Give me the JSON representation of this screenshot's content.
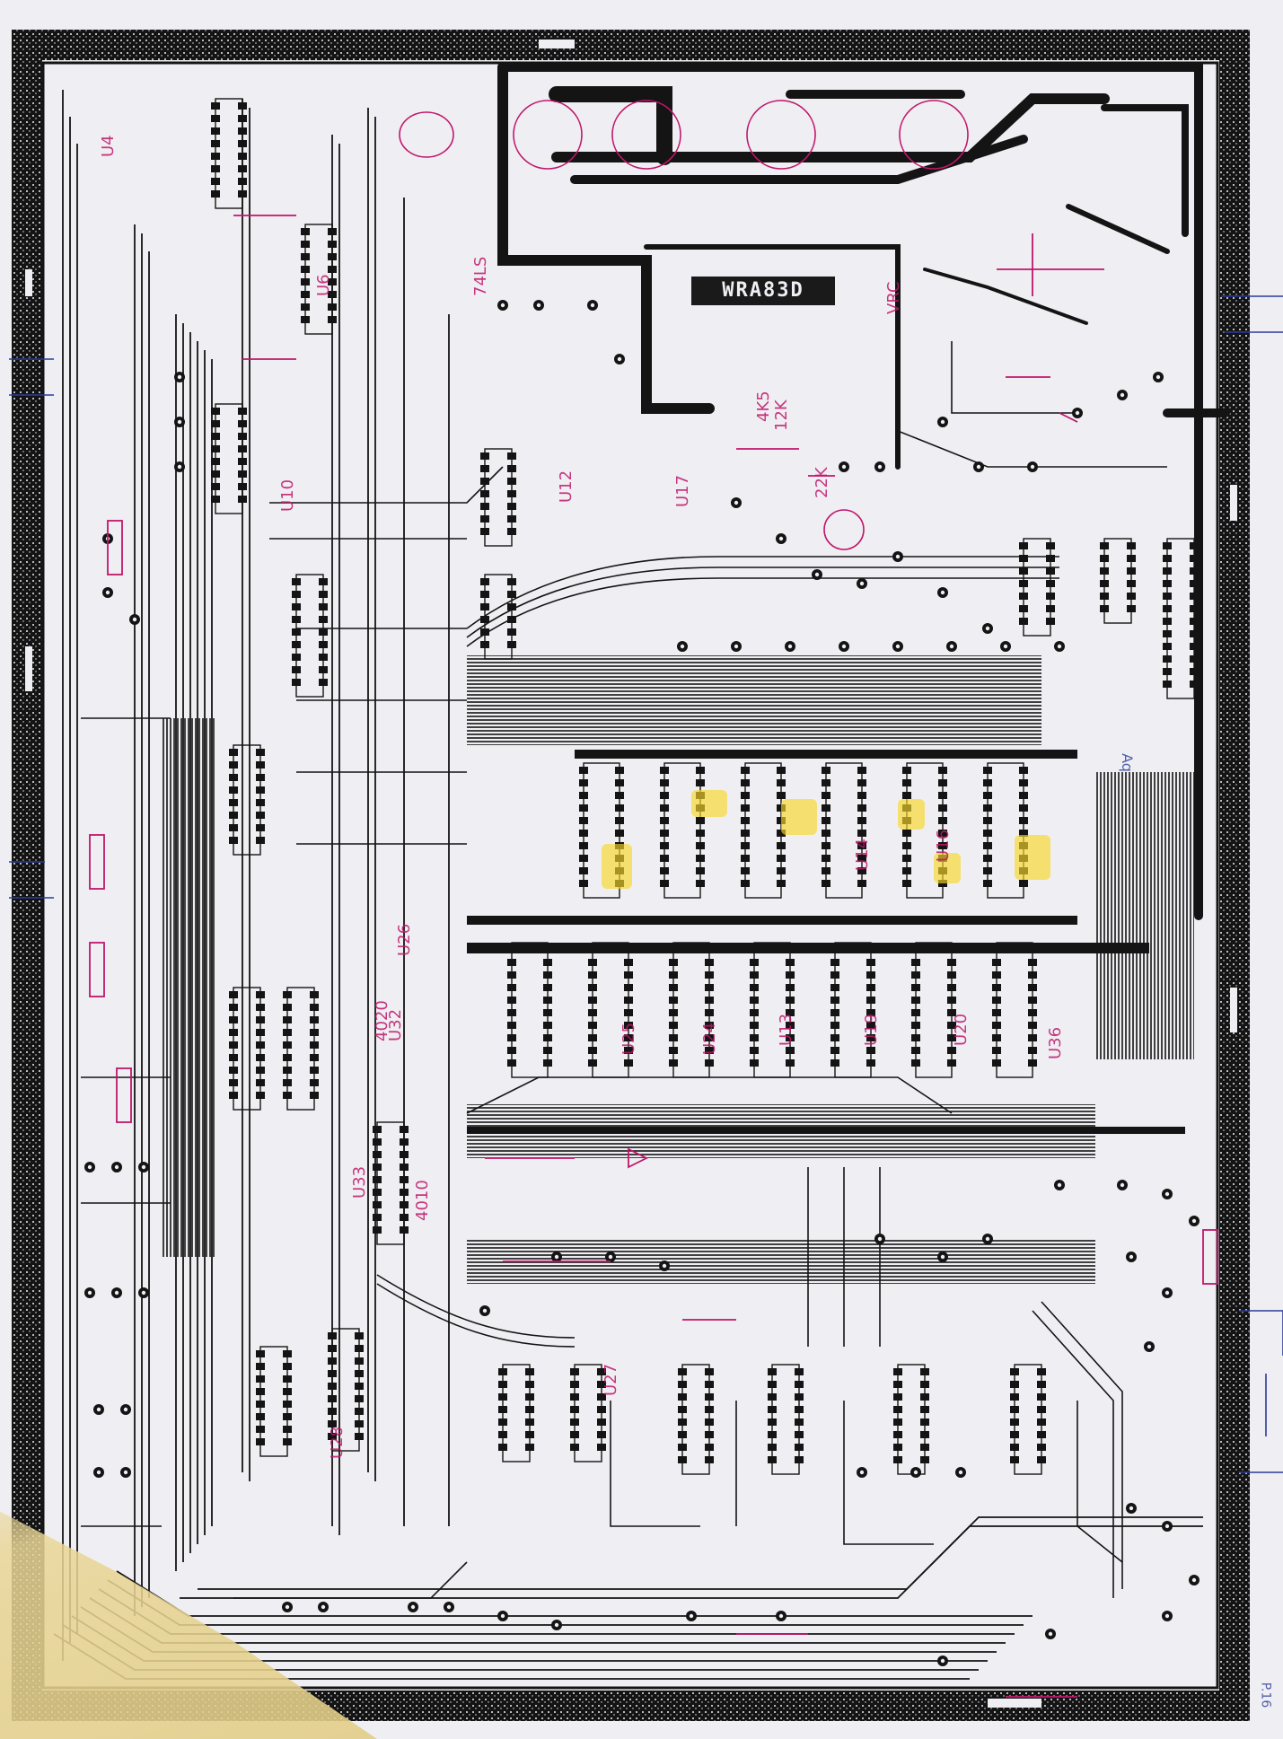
{
  "diagram": {
    "kind": "hand-annotated printed circuit board layout scan",
    "colors": {
      "trace": "#141414",
      "paper": "#efeff3",
      "red_ink": "#c0166b",
      "blue_ink": "#2a3b9a",
      "highlight": "#f7d628",
      "tape": "#e6d08a"
    }
  },
  "labels": {
    "plate_text": "WRA83D",
    "vrc": "VRC",
    "u4": "U4",
    "u24": "U24",
    "u25": "U25",
    "u13": "U13",
    "u12": "U12",
    "u17": "U17",
    "u26": "U26",
    "u28": "U28",
    "u33": "U33",
    "u32": "U32",
    "u6": "U6",
    "u10": "U10",
    "u27": "U27",
    "u14": "U14",
    "u16": "U16",
    "u19": "U19",
    "u20": "U20",
    "u36": "U36",
    "ic_4020": "4020",
    "ic_4010": "4010",
    "ic_7415": "74LS",
    "edge_left_mark": "Aq",
    "right_edge_mark": "P.16",
    "r_4k5": "4K5",
    "r_12k": "12K",
    "c_22k": "22K"
  }
}
